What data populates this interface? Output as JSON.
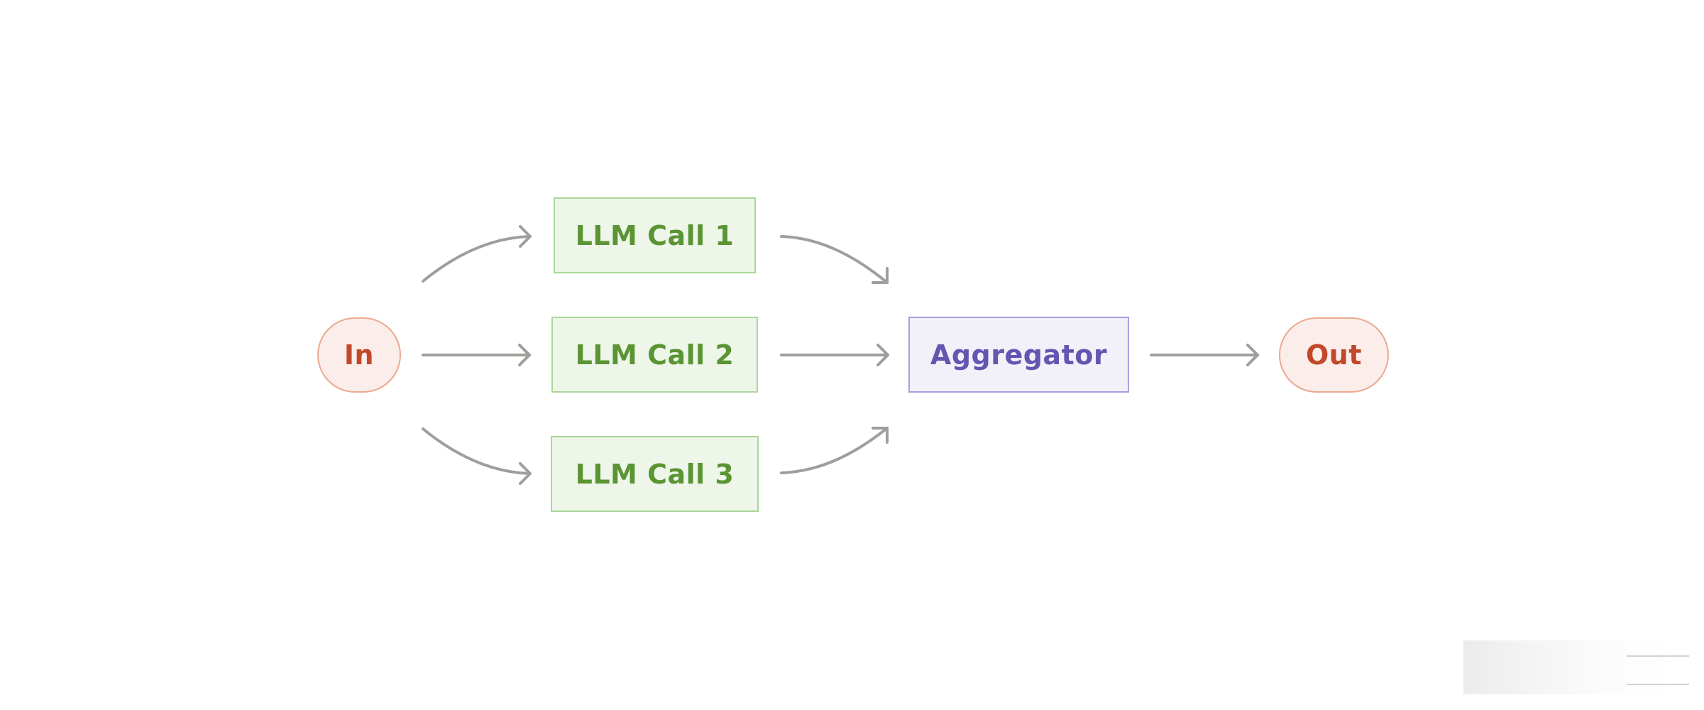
{
  "diagram": {
    "nodes": {
      "input": {
        "label": "In",
        "kind": "terminal"
      },
      "llm_calls": [
        {
          "label": "LLM Call 1"
        },
        {
          "label": "LLM Call 2"
        },
        {
          "label": "LLM Call 3"
        }
      ],
      "aggregator": {
        "label": "Aggregator"
      },
      "output": {
        "label": "Out",
        "kind": "terminal"
      }
    },
    "edges": [
      {
        "from": "In",
        "to": "LLM Call 1"
      },
      {
        "from": "In",
        "to": "LLM Call 2"
      },
      {
        "from": "In",
        "to": "LLM Call 3"
      },
      {
        "from": "LLM Call 1",
        "to": "Aggregator"
      },
      {
        "from": "LLM Call 2",
        "to": "Aggregator"
      },
      {
        "from": "LLM Call 3",
        "to": "Aggregator"
      },
      {
        "from": "Aggregator",
        "to": "Out"
      }
    ],
    "colors": {
      "terminal_fill": "#fbedea",
      "terminal_border": "#eaa98f",
      "terminal_text": "#c2482a",
      "llm_fill": "#eef5e9",
      "llm_border": "#a9d89a",
      "llm_text": "#5a9433",
      "aggregator_fill": "#f2f0f9",
      "aggregator_border": "#a89ce0",
      "aggregator_text": "#6355b0",
      "arrow": "#9e9e9b"
    }
  }
}
